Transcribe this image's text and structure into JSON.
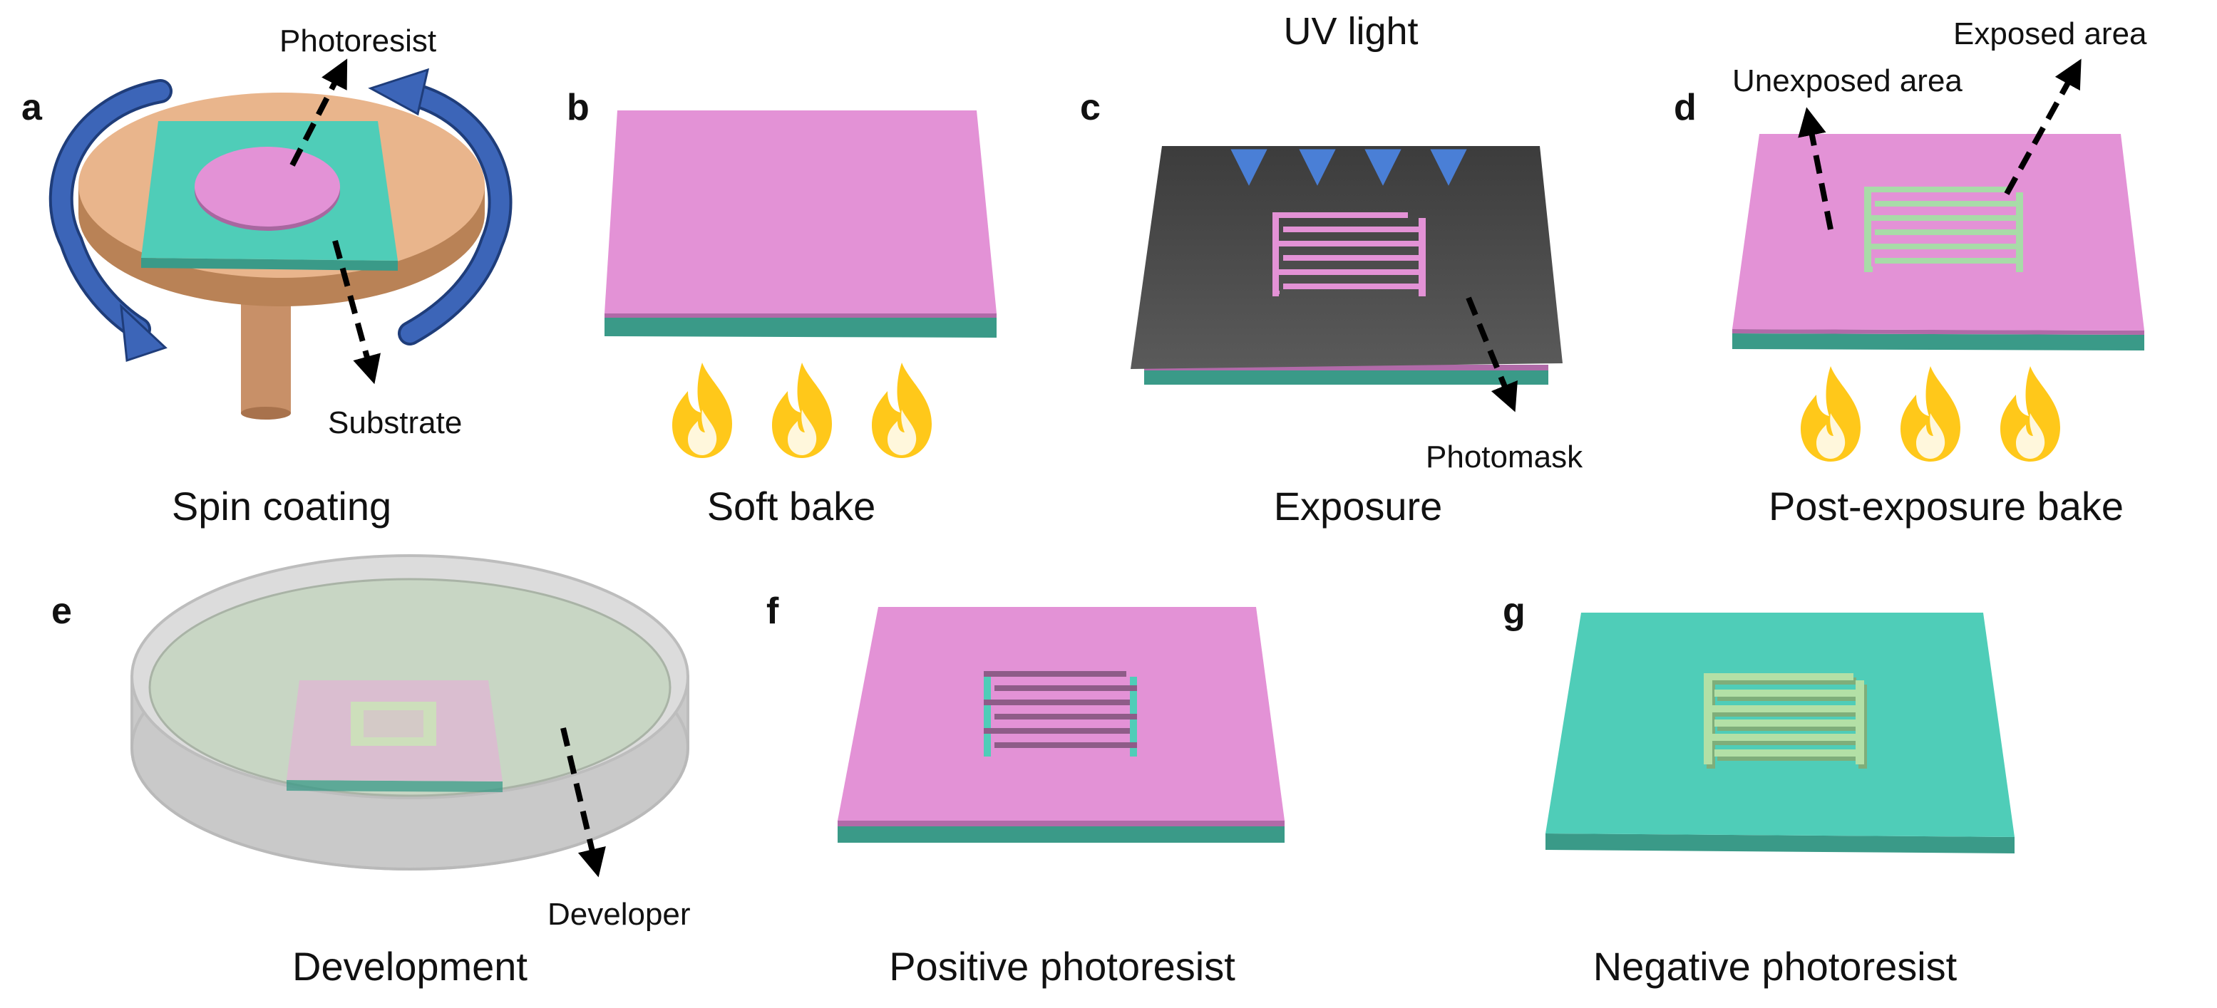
{
  "colors": {
    "photoresist": "#e392d6",
    "substrate_top": "#4fcdb8",
    "substrate_side": "#3a9a88",
    "spinner": "#e9b58c",
    "spinner_side": "#b98256",
    "rotation_arrow": "#3c65b8",
    "uv_arrow": "#4a7fd6",
    "flame": "#ffc81a",
    "photomask": "#444444",
    "exposed_pattern": "#a8dba8",
    "dish": "#d4d4d4"
  },
  "panels": {
    "a": {
      "letter": "a",
      "caption": "Spin coating",
      "label_top": "Photoresist",
      "label_bottom": "Substrate"
    },
    "b": {
      "letter": "b",
      "caption": "Soft bake"
    },
    "c": {
      "letter": "c",
      "caption": "Exposure",
      "light_label": "UV light",
      "mask_label": "Photomask"
    },
    "d": {
      "letter": "d",
      "caption": "Post-exposure bake",
      "label_unexposed": "Unexposed area",
      "label_exposed": "Exposed area"
    },
    "e": {
      "letter": "e",
      "caption": "Development",
      "label_developer": "Developer"
    },
    "f": {
      "letter": "f",
      "caption": "Positive photoresist"
    },
    "g": {
      "letter": "g",
      "caption": "Negative photoresist"
    }
  },
  "icons": [
    "flame-icon",
    "uv-arrow-icon",
    "rotation-arrow-icon",
    "dashed-arrow-icon"
  ]
}
